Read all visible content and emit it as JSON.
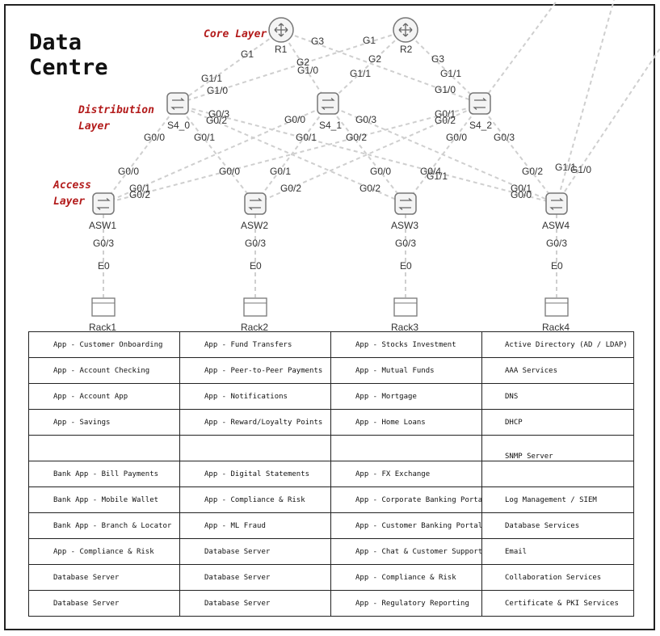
{
  "title": [
    "Data",
    "Centre"
  ],
  "layers": {
    "core": "Core Layer",
    "distribution": [
      "Distribution",
      "Layer"
    ],
    "access": [
      "Access",
      "Layer"
    ]
  },
  "nodes": {
    "routers": [
      "R1",
      "R2"
    ],
    "distribution": [
      "S4_0",
      "S4_1",
      "S4_2"
    ],
    "access": [
      "ASW1",
      "ASW2",
      "ASW3",
      "ASW4"
    ],
    "racks": [
      "Rack1",
      "Rack2",
      "Rack3",
      "Rack4"
    ]
  },
  "interfaces": {
    "core": [
      "G1",
      "G3",
      "G1",
      "G2",
      "G2",
      "G3"
    ],
    "dist_up": [
      "G1/1",
      "G1/0",
      "G1/0",
      "G1/1",
      "G1/1",
      "G1/0"
    ],
    "dist_down": [
      "G0/3",
      "G0/2",
      "G0/0",
      "G0/1",
      "G0/0",
      "G0/3",
      "G0/1",
      "G0/2",
      "G0/1",
      "G0/2",
      "G0/0",
      "G0/3"
    ],
    "access_up": [
      "G0/0",
      "G0/1",
      "G0/2",
      "G0/0",
      "G0/1",
      "G0/2",
      "G0/0",
      "G0/2",
      "G0/4",
      "G1/1",
      "G0/2",
      "G0/1",
      "G0/0",
      "G1/1",
      "G1/0"
    ],
    "access_down": [
      "G0/3",
      "G0/3",
      "G0/3",
      "G0/3"
    ],
    "rack": [
      "E0",
      "E0",
      "E0",
      "E0"
    ]
  },
  "table": [
    [
      "App - Customer Onboarding",
      "App - Fund Transfers",
      "App - Stocks Investment",
      "Active Directory (AD / LDAP)"
    ],
    [
      "App - Account Checking",
      "App - Peer-to-Peer Payments",
      "App - Mutual Funds",
      "AAA Services"
    ],
    [
      "App - Account App",
      "App - Notifications",
      "App - Mortgage",
      "DNS"
    ],
    [
      "App - Savings",
      "App - Reward/Loyalty Points",
      "App - Home Loans",
      "DHCP"
    ],
    [
      "",
      "",
      "",
      "SNMP Server"
    ],
    [
      "Bank App - Bill Payments",
      "App - Digital Statements",
      "App - FX Exchange",
      ""
    ],
    [
      "Bank App - Mobile Wallet",
      "App - Compliance & Risk",
      "App - Corporate Banking Portal",
      "Log Management / SIEM"
    ],
    [
      "Bank App - Branch & Locator",
      "App - ML Fraud",
      "App - Customer Banking Portal",
      "Database Services"
    ],
    [
      "App - Compliance & Risk",
      "Database Server",
      "App - Chat & Customer Support",
      "Email"
    ],
    [
      "Database Server",
      "Database Server",
      "App - Compliance & Risk",
      "Collaboration Services"
    ],
    [
      "Database Server",
      "Database Server",
      "App - Regulatory Reporting",
      "Certificate & PKI Services"
    ]
  ]
}
